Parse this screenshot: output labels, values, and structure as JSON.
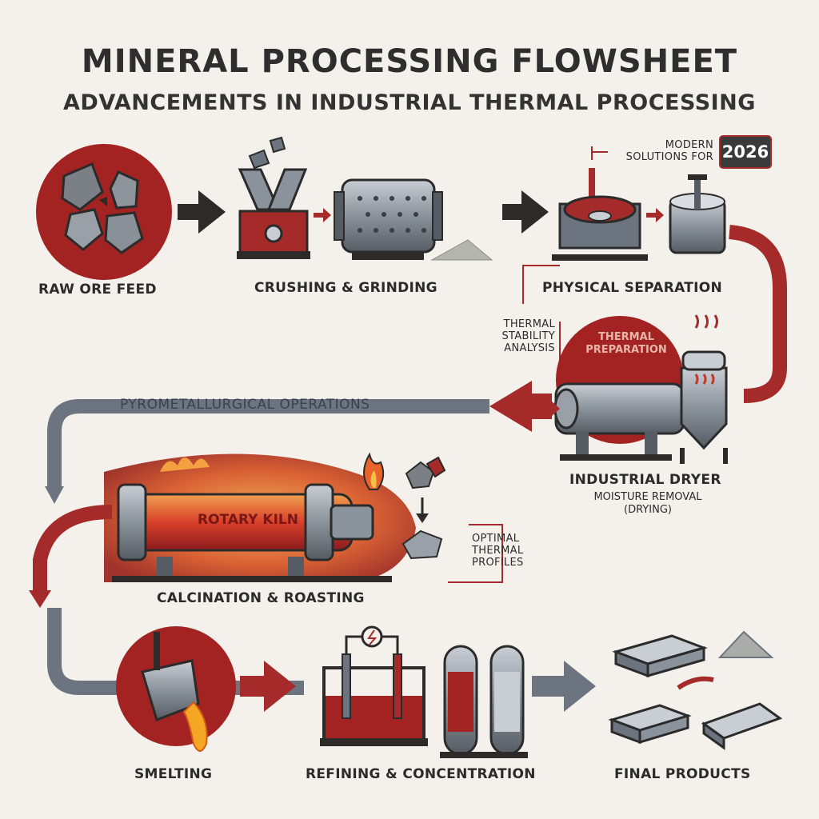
{
  "title": "MINERAL PROCESSING FLOWSHEET",
  "subtitle": "ADVANCEMENTS IN INDUSTRIAL THERMAL PROCESSING",
  "badge": {
    "line1": "MODERN",
    "line2": "SOLUTIONS FOR",
    "year": "2026"
  },
  "stages": {
    "raw_ore": "RAW ORE FEED",
    "crushing": "CRUSHING & GRINDING",
    "separation": "PHYSICAL SEPARATION",
    "thermal_prep": {
      "line1": "THERMAL",
      "line2": "PREPARATION"
    },
    "dryer": {
      "title": "INDUSTRIAL DRYER",
      "line1": "MOISTURE REMOVAL",
      "line2": "(DRYING)"
    },
    "pyro": "PYROMETALLURGICAL OPERATIONS",
    "kiln": "ROTARY KILN",
    "calcination": "CALCINATION & ROASTING",
    "smelting": "SMELTING",
    "refining": "REFINING & CONCENTRATION",
    "final": "FINAL PRODUCTS"
  },
  "notes": {
    "stability": {
      "line1": "THERMAL",
      "line2": "STABILITY",
      "line3": "ANALYSIS"
    },
    "profiles": {
      "line1": "OPTIMAL",
      "line2": "THERMAL",
      "line3": "PROFILES"
    }
  },
  "colors": {
    "accent": "#a52a2a",
    "dark": "#2e2a2a",
    "steel": "#6c7480",
    "fire": "#e8642a"
  }
}
